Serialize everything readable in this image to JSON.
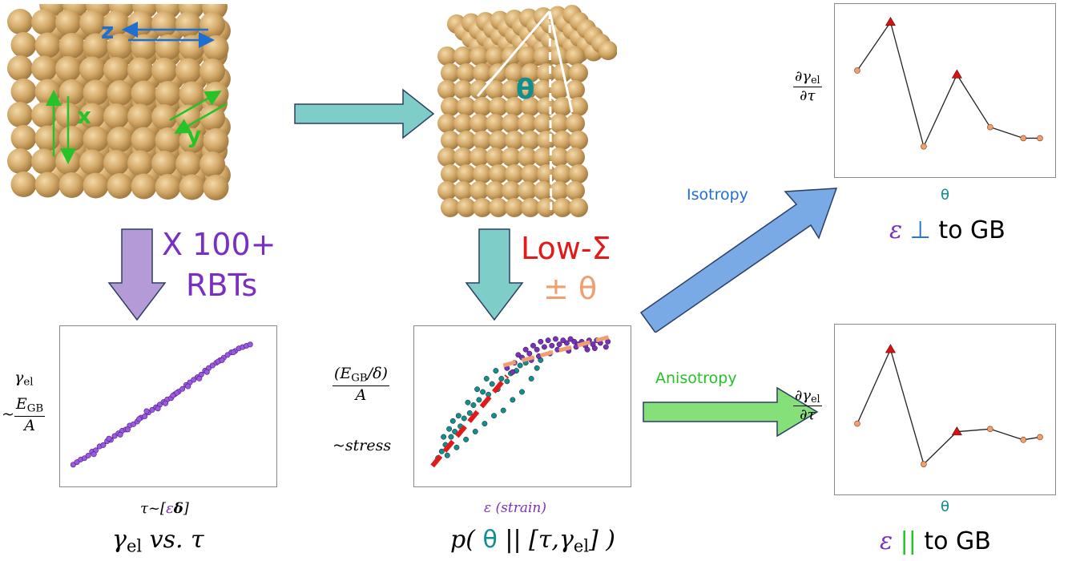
{
  "colors": {
    "atom": "#d2a868",
    "atom_shade": "#a47b3f",
    "teal_arrow": "#7fcdc8",
    "purple_arrow": "#b49ad6",
    "blue_arrow": "#7aaae6",
    "green_arrow": "#86e07a",
    "purple": "#7b2fc0",
    "blue": "#1f6fd1",
    "green": "#27c227",
    "teal": "#138e8e",
    "red": "#e11a1a",
    "orange": "#f0a070",
    "marker_orange": "#f0a070",
    "marker_red": "#d21414"
  },
  "icons": {
    "lattice": "bicrystal-atom-lattice",
    "tilt": "tilted-atom-cube",
    "arrow": "block-arrow"
  },
  "axes_labels": {
    "z": "z",
    "x": "x",
    "y": "y",
    "theta": "θ"
  },
  "left": {
    "multiplier": "X 100+",
    "rbts": "RBTs",
    "y_label_top": "γ",
    "y_label_top_sub": "el",
    "y_label_tilde": "~",
    "y_frac_num": "E",
    "y_frac_num_sub": "GB",
    "y_frac_den": "A",
    "x_label_prefix": "τ~[",
    "x_label_eps": "ε",
    "x_label_delta": "δ",
    "x_label_suffix": "]",
    "caption_gamma": "γ",
    "caption_sub": "el",
    "caption_rest": " vs. τ"
  },
  "middle": {
    "low_sigma": "Low-Σ",
    "pm_theta": "± θ",
    "y_frac_num": "(E",
    "y_frac_num_sub": "GB",
    "y_frac_num_tail": "/δ)",
    "y_frac_den": "A",
    "stress": "~stress",
    "x_label": "ε (strain)",
    "caption_p": "p(",
    "caption_theta": " θ ",
    "caption_mid": "| [τ,γ",
    "caption_sub": "el",
    "caption_end": "] )"
  },
  "right": {
    "isotropy": "Isotropy",
    "anisotropy": "Anisotropy",
    "y_num": "∂γ",
    "y_num_sub": "el",
    "y_den": "∂τ",
    "theta": "θ",
    "eps": "ε",
    "perp": " ⊥ ",
    "par": " || ",
    "to_gb": "to GB"
  },
  "chart_data": [
    {
      "type": "scatter",
      "name": "rbt-scatter",
      "xlabel": "τ~[εδ]",
      "ylabel": "γel ~ EGB/A",
      "grid": false,
      "xlim": [
        0,
        10
      ],
      "ylim": [
        0,
        10
      ],
      "points": [
        [
          0.1,
          0.5
        ],
        [
          0.3,
          0.7
        ],
        [
          0.5,
          0.9
        ],
        [
          0.7,
          1.0
        ],
        [
          0.9,
          1.2
        ],
        [
          1.1,
          1.5
        ],
        [
          1.3,
          1.6
        ],
        [
          1.5,
          1.9
        ],
        [
          1.7,
          2.0
        ],
        [
          1.9,
          2.3
        ],
        [
          2.1,
          2.4
        ],
        [
          2.3,
          2.7
        ],
        [
          2.5,
          2.9
        ],
        [
          2.7,
          3.1
        ],
        [
          2.9,
          3.2
        ],
        [
          3.1,
          3.5
        ],
        [
          3.3,
          3.6
        ],
        [
          3.5,
          3.8
        ],
        [
          3.7,
          4.1
        ],
        [
          3.9,
          4.2
        ],
        [
          4.1,
          4.5
        ],
        [
          4.3,
          4.7
        ],
        [
          4.5,
          4.9
        ],
        [
          4.7,
          5.1
        ],
        [
          4.9,
          5.3
        ],
        [
          5.1,
          5.5
        ],
        [
          5.3,
          5.6
        ],
        [
          5.5,
          5.9
        ],
        [
          5.7,
          6.1
        ],
        [
          5.9,
          6.3
        ],
        [
          6.1,
          6.6
        ],
        [
          6.3,
          6.8
        ],
        [
          6.5,
          7.0
        ],
        [
          6.7,
          7.2
        ],
        [
          6.9,
          7.4
        ],
        [
          7.1,
          7.7
        ],
        [
          7.3,
          7.9
        ],
        [
          7.5,
          8.1
        ],
        [
          7.7,
          8.3
        ],
        [
          7.9,
          8.5
        ],
        [
          8.1,
          8.7
        ],
        [
          8.3,
          8.9
        ],
        [
          8.5,
          9.1
        ],
        [
          8.7,
          9.2
        ],
        [
          8.9,
          9.4
        ],
        [
          9.1,
          9.5
        ],
        [
          9.3,
          9.6
        ],
        [
          9.5,
          9.7
        ],
        [
          2.0,
          2.5
        ],
        [
          3.0,
          3.2
        ],
        [
          4.0,
          4.6
        ],
        [
          4.6,
          4.8
        ],
        [
          5.0,
          5.2
        ],
        [
          5.6,
          6.0
        ],
        [
          6.2,
          6.5
        ],
        [
          6.8,
          7.1
        ],
        [
          7.2,
          7.6
        ],
        [
          7.8,
          8.4
        ],
        [
          8.0,
          8.5
        ],
        [
          8.6,
          9.1
        ],
        [
          1.2,
          1.3
        ],
        [
          2.6,
          2.8
        ],
        [
          3.6,
          4.0
        ],
        [
          5.4,
          5.8
        ]
      ]
    },
    {
      "type": "scatter",
      "name": "stress-strain-scatter",
      "xlabel": "ε (strain)",
      "ylabel": "(EGB/δ)/A ~stress",
      "grid": false,
      "xlim": [
        0,
        10
      ],
      "ylim": [
        0,
        10
      ],
      "series": [
        {
          "name": "",
          "color": "#138e8e",
          "points": [
            [
              0.5,
              1.0
            ],
            [
              0.7,
              1.5
            ],
            [
              0.9,
              2.0
            ],
            [
              1.0,
              1.2
            ],
            [
              1.2,
              2.6
            ],
            [
              1.4,
              3.0
            ],
            [
              1.5,
              1.8
            ],
            [
              1.7,
              3.4
            ],
            [
              1.9,
              4.0
            ],
            [
              2.0,
              2.4
            ],
            [
              2.2,
              4.4
            ],
            [
              2.4,
              5.0
            ],
            [
              2.5,
              3.0
            ],
            [
              2.7,
              5.4
            ],
            [
              2.9,
              6.0
            ],
            [
              3.0,
              3.6
            ],
            [
              3.2,
              5.8
            ],
            [
              3.4,
              6.6
            ],
            [
              3.5,
              4.2
            ],
            [
              3.7,
              6.2
            ],
            [
              3.9,
              7.0
            ],
            [
              4.0,
              4.6
            ],
            [
              4.2,
              6.8
            ],
            [
              4.4,
              7.4
            ],
            [
              4.5,
              5.4
            ],
            [
              4.7,
              7.6
            ],
            [
              4.9,
              8.0
            ],
            [
              5.0,
              6.0
            ],
            [
              5.2,
              8.2
            ],
            [
              5.5,
              7.0
            ],
            [
              5.8,
              7.8
            ],
            [
              6.0,
              8.4
            ],
            [
              1.1,
              3.2
            ],
            [
              1.6,
              4.2
            ],
            [
              2.1,
              5.2
            ],
            [
              2.6,
              6.2
            ],
            [
              3.1,
              7.0
            ],
            [
              3.6,
              7.6
            ],
            [
              0.8,
              2.6
            ],
            [
              1.3,
              3.8
            ]
          ]
        },
        {
          "name": "",
          "color": "#7b2fc0",
          "points": [
            [
              4.2,
              7.8
            ],
            [
              4.6,
              8.2
            ],
            [
              5.0,
              8.6
            ],
            [
              5.4,
              8.9
            ],
            [
              5.8,
              9.2
            ],
            [
              6.2,
              9.4
            ],
            [
              6.6,
              9.5
            ],
            [
              7.0,
              9.6
            ],
            [
              7.4,
              9.7
            ],
            [
              7.8,
              9.8
            ],
            [
              8.2,
              9.8
            ],
            [
              8.6,
              9.9
            ],
            [
              9.0,
              9.9
            ],
            [
              4.8,
              8.8
            ],
            [
              5.2,
              9.2
            ],
            [
              5.6,
              9.5
            ],
            [
              6.0,
              9.8
            ],
            [
              6.4,
              9.9
            ],
            [
              6.8,
              10.0
            ],
            [
              7.2,
              9.9
            ],
            [
              7.6,
              10.0
            ],
            [
              8.0,
              9.6
            ],
            [
              8.4,
              9.5
            ],
            [
              8.8,
              9.6
            ],
            [
              9.2,
              9.7
            ],
            [
              9.6,
              9.8
            ],
            [
              5.5,
              8.4
            ],
            [
              6.5,
              8.9
            ],
            [
              7.5,
              9.1
            ],
            [
              8.5,
              9.2
            ],
            [
              9.5,
              9.4
            ],
            [
              4.5,
              7.5
            ],
            [
              6.9,
              9.2
            ],
            [
              7.9,
              9.4
            ],
            [
              5.9,
              8.7
            ],
            [
              8.9,
              9.3
            ]
          ]
        }
      ],
      "fits": [
        {
          "color": "#e11a1a",
          "from": [
            0.2,
            0.4
          ],
          "to": [
            4.2,
            7.2
          ]
        },
        {
          "color": "#f0a070",
          "from": [
            4.0,
            8.0
          ],
          "to": [
            9.8,
            10.2
          ]
        }
      ]
    },
    {
      "type": "line",
      "name": "isotropy-derivative",
      "xlabel": "θ",
      "ylabel": "∂γel/∂τ",
      "grid": false,
      "x": [
        0,
        1,
        2,
        3,
        4,
        5,
        5.5
      ],
      "y": [
        6.5,
        10,
        1,
        6.2,
        2.4,
        1.6,
        1.6
      ],
      "marker": [
        "circle",
        "triangle",
        "circle",
        "triangle",
        "circle",
        "circle",
        "circle"
      ]
    },
    {
      "type": "line",
      "name": "anisotropy-derivative",
      "xlabel": "θ",
      "ylabel": "∂γel/∂τ",
      "grid": false,
      "x": [
        0,
        1,
        2,
        3,
        4,
        5,
        5.5
      ],
      "y": [
        4.0,
        9.5,
        1.0,
        3.4,
        3.6,
        2.8,
        3.0
      ],
      "marker": [
        "circle",
        "triangle",
        "circle",
        "triangle",
        "circle",
        "circle",
        "circle"
      ]
    }
  ]
}
